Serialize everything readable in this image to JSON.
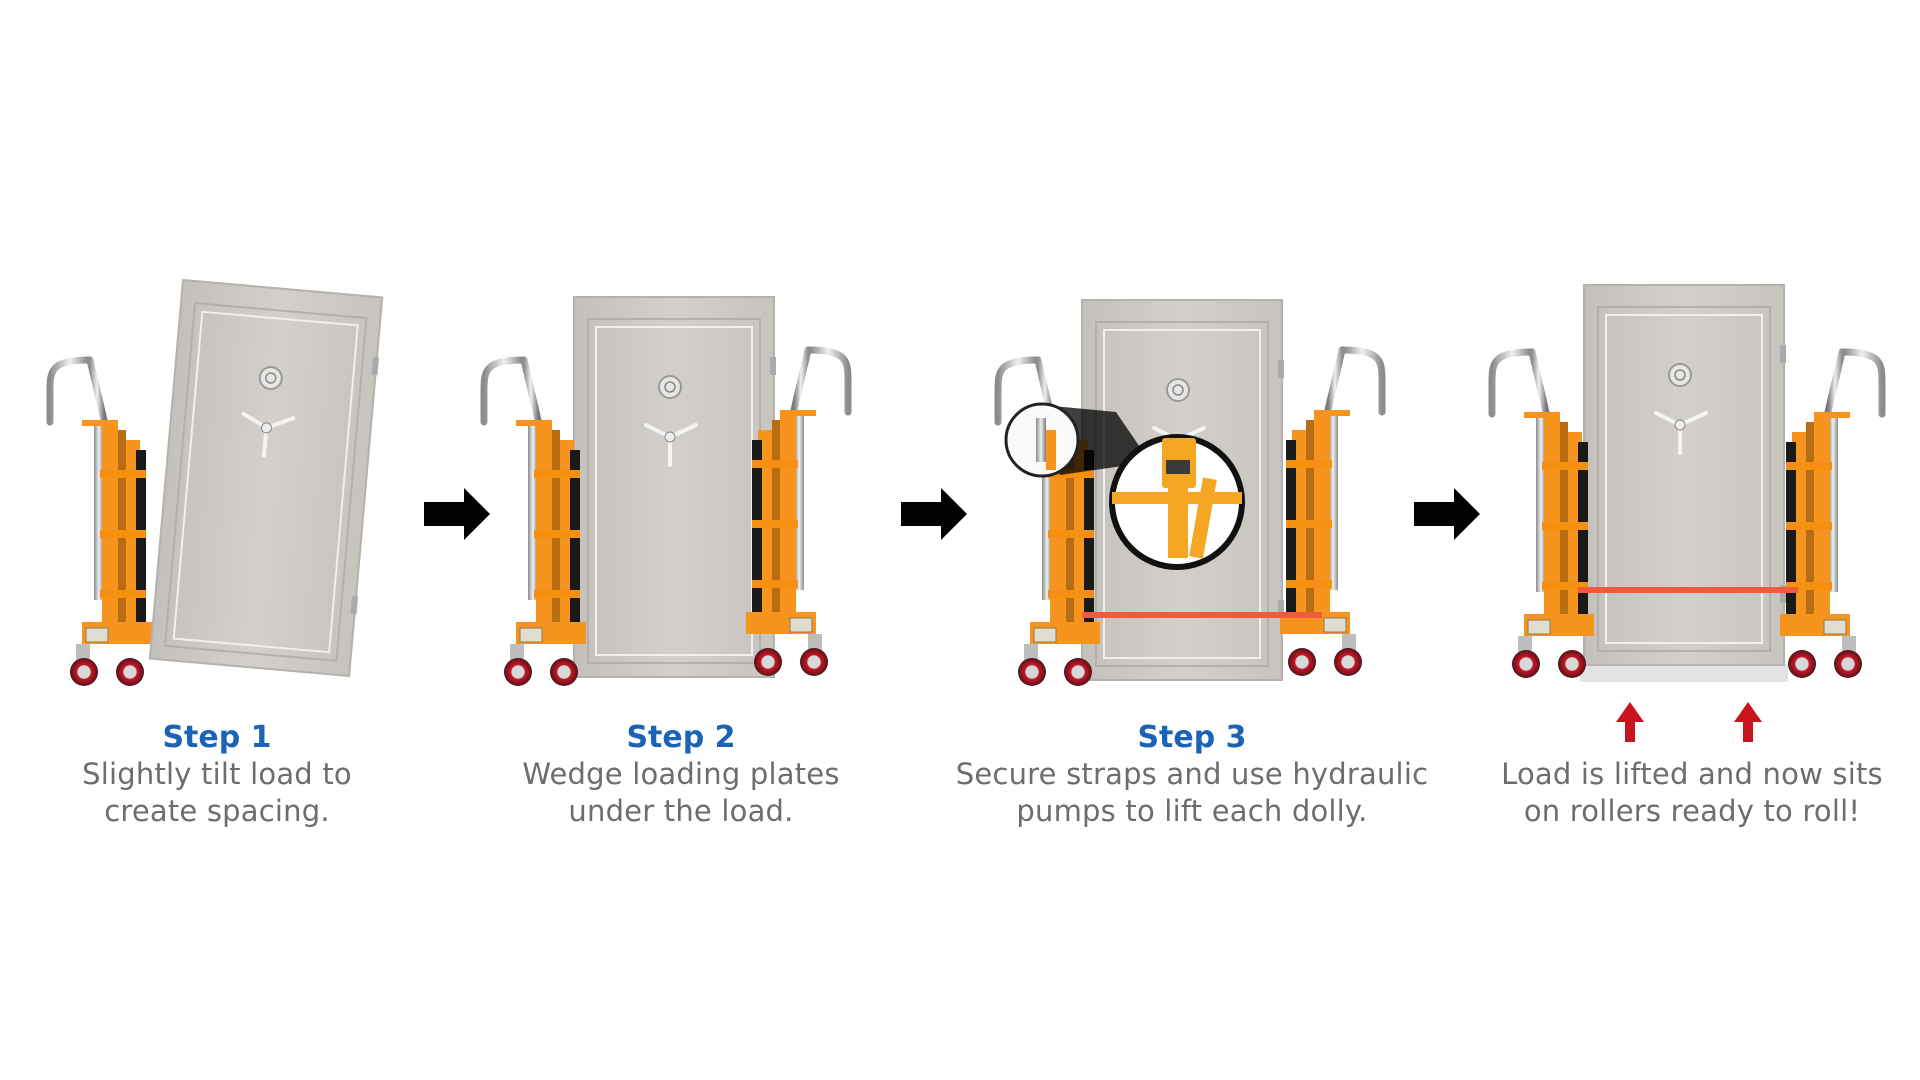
{
  "steps": [
    {
      "title": "Step 1",
      "line1": "Slightly tilt load to",
      "line2": "create spacing."
    },
    {
      "title": "Step 2",
      "line1": "Wedge loading plates",
      "line2": "under the load."
    },
    {
      "title": "Step 3",
      "line1": "Secure straps and use hydraulic",
      "line2": "pumps to lift each dolly."
    },
    {
      "title": "",
      "line1": "Load is lifted and now sits",
      "line2": "on rollers ready to roll!"
    }
  ],
  "colors": {
    "step_title": "#1b63b7",
    "body_text": "#6d6d6d",
    "dolly_orange": "#f7941d",
    "safe_gray": "#cfcbc6",
    "strap_red": "#f25a3c",
    "lift_arrow": "#c8141c",
    "arrow": "#000000"
  },
  "icons": [
    "right-arrow-icon",
    "up-arrow-icon",
    "magnifier-icon"
  ]
}
